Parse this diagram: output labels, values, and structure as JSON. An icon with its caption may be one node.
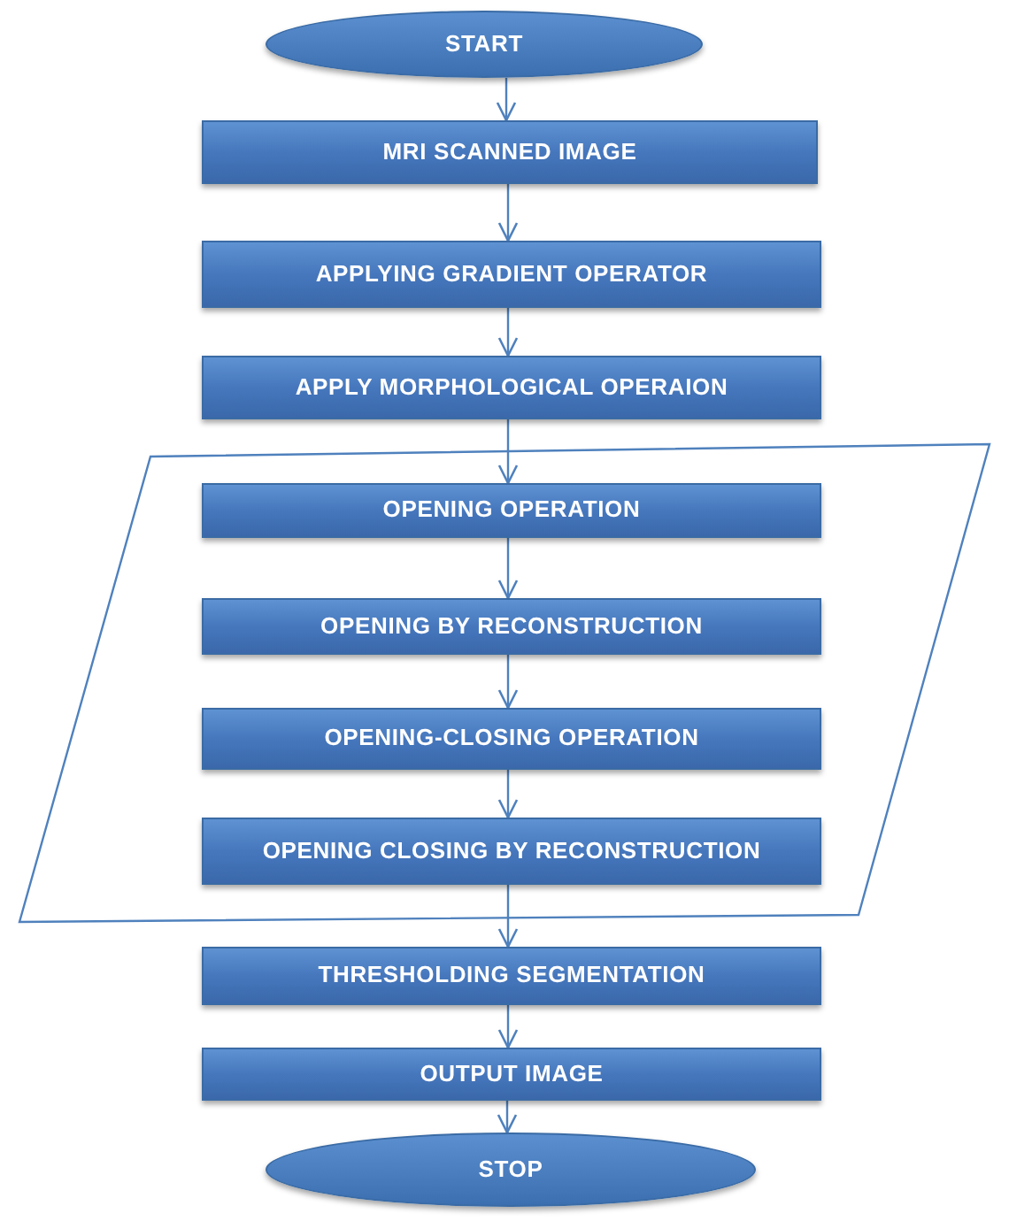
{
  "diagram": {
    "nodes": [
      {
        "text": [
          "START"
        ]
      },
      {
        "text": [
          "MRI SCANNED IMAGE"
        ]
      },
      {
        "text": [
          "APPLYING GRADIENT OPERATOR"
        ]
      },
      {
        "text": [
          "APPLY MORPHOLOGICAL OPERAION"
        ]
      },
      {
        "text": [],
        "shape": "parallelogram"
      },
      {
        "text": [
          "OPENING OPERATION"
        ],
        "in": 4
      },
      {
        "text": [
          "OPENING BY RECONSTRUCTION"
        ],
        "in": 4
      },
      {
        "text": [
          "OPENING-CLOSING OPERATION"
        ],
        "in": 4
      },
      {
        "text": [
          "OPENING CLOSING BY RECONSTRUCTION"
        ],
        "in": 4
      },
      {
        "text": [
          "THRESHOLDING SEGMENTATION"
        ]
      },
      {
        "text": [
          "OUTPUT IMAGE"
        ]
      },
      {
        "text": [
          "STOP"
        ]
      }
    ],
    "edges": [
      {
        "from": 0,
        "to": 1,
        "arrow": "to"
      },
      {
        "from": 1,
        "to": 2,
        "arrow": "to"
      },
      {
        "from": 2,
        "to": 3,
        "arrow": "to"
      },
      {
        "from": 3,
        "to": 5,
        "arrow": "to"
      },
      {
        "from": 5,
        "to": 6,
        "arrow": "to"
      },
      {
        "from": 6,
        "to": 7,
        "arrow": "to"
      },
      {
        "from": 7,
        "to": 8,
        "arrow": "to"
      },
      {
        "from": 8,
        "to": 9,
        "arrow": "to"
      },
      {
        "from": 9,
        "to": 10,
        "arrow": "to"
      },
      {
        "from": 10,
        "to": 11,
        "arrow": "to"
      }
    ]
  }
}
